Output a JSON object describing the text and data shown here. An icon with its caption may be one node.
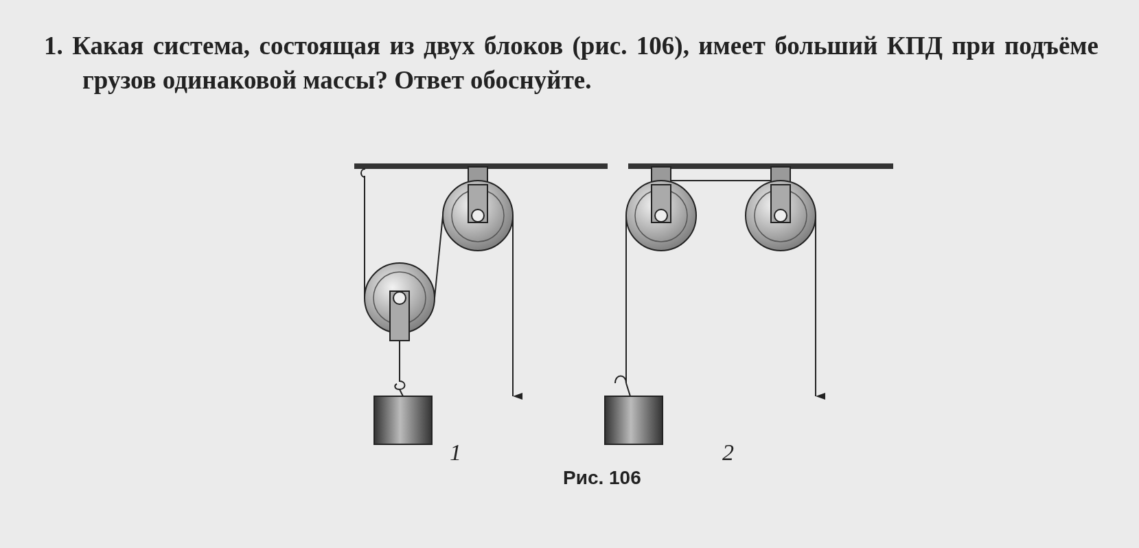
{
  "diagram": {
    "title": "1. Какая система, состоящая из двух блоков (рис. 106), имеет больший КПД при подъёме грузов одинаковой массы? Ответ обоснуйте.",
    "caption": "Рис. 106",
    "labels": [
      "1",
      "2"
    ]
  }
}
